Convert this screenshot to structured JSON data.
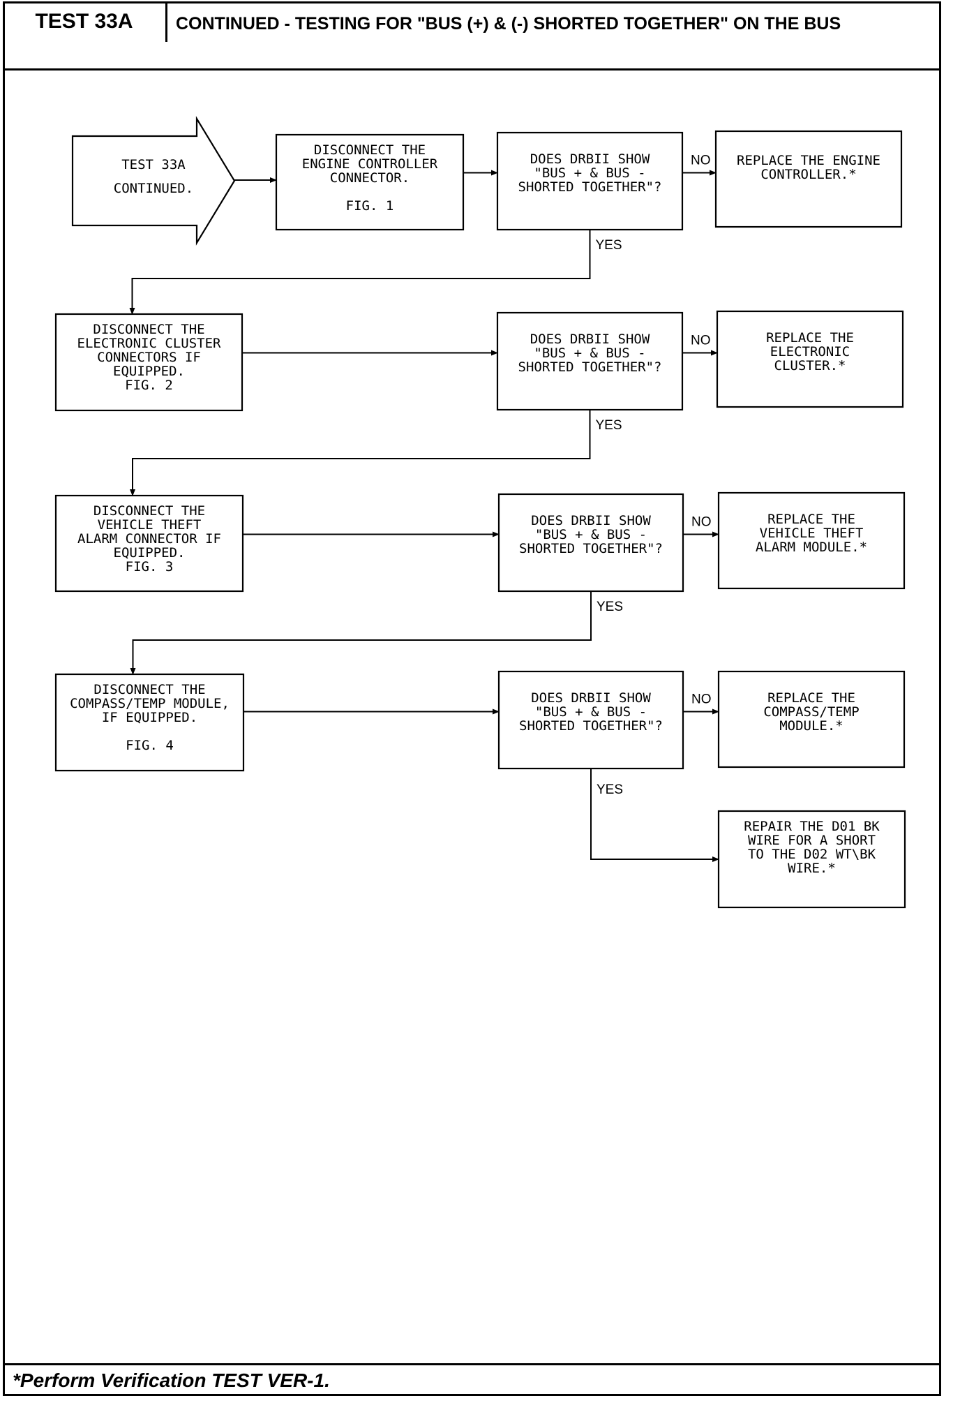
{
  "header": {
    "test_id": "TEST 33A",
    "title": "CONTINUED - TESTING FOR \"BUS (+) & (-) SHORTED TOGETHER\" ON THE BUS"
  },
  "footer": {
    "note": "*Perform Verification TEST VER-1."
  },
  "flowchart": {
    "nodes": [
      {
        "id": "start",
        "shape": "arrow",
        "lines": [
          "TEST 33A",
          "CONTINUED."
        ]
      },
      {
        "id": "disc-engine",
        "lines": [
          "DISCONNECT THE",
          "ENGINE CONTROLLER",
          "CONNECTOR.",
          "",
          "FIG. 1"
        ]
      },
      {
        "id": "q1",
        "lines": [
          "DOES DRBII SHOW",
          "\"BUS + & BUS -",
          "SHORTED TOGETHER\"?"
        ]
      },
      {
        "id": "rep-engine",
        "lines": [
          "REPLACE THE ENGINE",
          "CONTROLLER.*"
        ]
      },
      {
        "id": "disc-cluster",
        "lines": [
          "DISCONNECT THE",
          "ELECTRONIC CLUSTER",
          "CONNECTORS IF",
          "EQUIPPED.",
          "FIG. 2"
        ]
      },
      {
        "id": "q2",
        "lines": [
          "DOES DRBII SHOW",
          "\"BUS + & BUS -",
          "SHORTED TOGETHER\"?"
        ]
      },
      {
        "id": "rep-cluster",
        "lines": [
          "REPLACE THE",
          "ELECTRONIC",
          "CLUSTER.*"
        ]
      },
      {
        "id": "disc-alarm",
        "lines": [
          "DISCONNECT THE",
          "VEHICLE THEFT",
          "ALARM CONNECTOR IF",
          "EQUIPPED.",
          "FIG. 3"
        ]
      },
      {
        "id": "q3",
        "lines": [
          "DOES DRBII SHOW",
          "\"BUS + & BUS -",
          "SHORTED TOGETHER\"?"
        ]
      },
      {
        "id": "rep-alarm",
        "lines": [
          "REPLACE THE",
          "VEHICLE THEFT",
          "ALARM MODULE.*"
        ]
      },
      {
        "id": "disc-compass",
        "lines": [
          "DISCONNECT THE",
          "COMPASS/TEMP MODULE,",
          "IF EQUIPPED.",
          "",
          "FIG. 4"
        ]
      },
      {
        "id": "q4",
        "lines": [
          "DOES DRBII SHOW",
          "\"BUS + & BUS -",
          "SHORTED TOGETHER\"?"
        ]
      },
      {
        "id": "rep-compass",
        "lines": [
          "REPLACE THE",
          "COMPASS/TEMP",
          "MODULE.*"
        ]
      },
      {
        "id": "repair-wire",
        "lines": [
          "REPAIR THE D01 BK",
          "WIRE FOR A SHORT",
          "TO THE D02 WT\\BK",
          "WIRE.*"
        ]
      }
    ],
    "edges": [
      {
        "from": "start",
        "to": "disc-engine",
        "label": ""
      },
      {
        "from": "disc-engine",
        "to": "q1",
        "label": ""
      },
      {
        "from": "q1",
        "to": "rep-engine",
        "label": "NO"
      },
      {
        "from": "q1",
        "to": "disc-cluster",
        "label": "YES"
      },
      {
        "from": "disc-cluster",
        "to": "q2",
        "label": ""
      },
      {
        "from": "q2",
        "to": "rep-cluster",
        "label": "NO"
      },
      {
        "from": "q2",
        "to": "disc-alarm",
        "label": "YES"
      },
      {
        "from": "disc-alarm",
        "to": "q3",
        "label": ""
      },
      {
        "from": "q3",
        "to": "rep-alarm",
        "label": "NO"
      },
      {
        "from": "q3",
        "to": "disc-compass",
        "label": "YES"
      },
      {
        "from": "disc-compass",
        "to": "q4",
        "label": ""
      },
      {
        "from": "q4",
        "to": "rep-compass",
        "label": "NO"
      },
      {
        "from": "q4",
        "to": "repair-wire",
        "label": "YES"
      }
    ]
  }
}
